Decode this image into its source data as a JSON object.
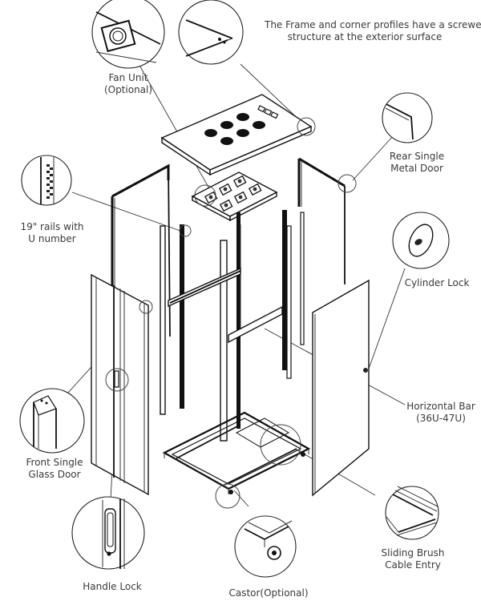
{
  "diagram": {
    "subject": "Server rack cabinet exploded view",
    "callouts": [
      {
        "id": "frame-profiles",
        "lines": [
          "The Frame and corner profiles have a screwed",
          "structure at the exterior surface"
        ]
      },
      {
        "id": "fan-unit",
        "lines": [
          "Fan Unit",
          "(Optional)"
        ]
      },
      {
        "id": "rear-door",
        "lines": [
          "Rear Single",
          "Metal Door"
        ]
      },
      {
        "id": "rails",
        "lines": [
          "19\" rails with",
          "U number"
        ]
      },
      {
        "id": "cylinder-lock",
        "lines": [
          "Cylinder Lock"
        ]
      },
      {
        "id": "horizontal-bar",
        "lines": [
          "Horizontal Bar",
          "(36U-47U)"
        ]
      },
      {
        "id": "front-door",
        "lines": [
          "Front Single",
          "Glass Door"
        ]
      },
      {
        "id": "handle-lock",
        "lines": [
          "Handle Lock"
        ]
      },
      {
        "id": "castor",
        "lines": [
          "Castor(Optional)"
        ]
      },
      {
        "id": "brush-entry",
        "lines": [
          "Sliding Brush",
          "Cable Entry"
        ]
      }
    ],
    "top_panel": {
      "fan_holes": 6,
      "cable_cutouts": 3
    },
    "fan_tray": {
      "fans": 6
    }
  }
}
